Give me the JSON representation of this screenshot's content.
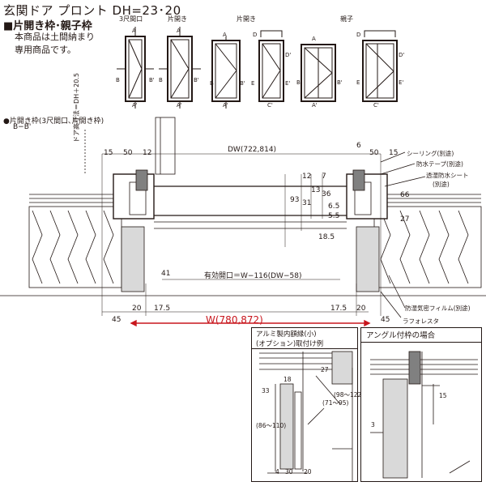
{
  "header": {
    "title": "玄関ドア プロント DH=23･20",
    "subtitle": "■片開き枠･親子枠",
    "notes": [
      "本商品は土間納まり",
      "専用商品です。"
    ]
  },
  "types": [
    {
      "label": "3尺間口"
    },
    {
      "label": "片開き"
    },
    {
      "label": "片開き"
    },
    {
      "label": "親子"
    }
  ],
  "section": {
    "caption": "●片開き枠(3尺間口､片開き枠)",
    "view": "B−B'",
    "height_label": "ドア高寸法＝DH＋20.5",
    "dw_label": "DW(722,814)",
    "w_label": "W(780,872)",
    "opening_label": "有効開口＝W−116(DW−58)",
    "dims_top_left": [
      "15",
      "50",
      "12"
    ],
    "dims_top_right": [
      "6",
      "50",
      "15"
    ],
    "dims_vertical": [
      "12",
      "7",
      "13",
      "36",
      "93",
      "31",
      "6.5",
      "5.5",
      "18.5",
      "66",
      "27"
    ],
    "dims_bottom": [
      "41",
      "45",
      "20",
      "17.5",
      "17.5",
      "20",
      "45"
    ],
    "callouts": [
      "シーリング(別途)",
      "防水テープ(別途)",
      "透湿防水シート",
      "(別途)",
      "防湿気密フィルム(別途)",
      "ラフォレスタ"
    ]
  },
  "detail_left": {
    "title": "アルミ製内額縁(小)",
    "subtitle": "(オプション)取付け例",
    "dims": [
      "27",
      "18",
      "33",
      "(71〜95)",
      "(98〜122)",
      "(86〜110)",
      "4",
      "30",
      "20"
    ]
  },
  "detail_right": {
    "title": "アングル付枠の場合",
    "dims": [
      "15",
      "3"
    ]
  },
  "colors": {
    "line": "#231815",
    "accent_red": "#c8161d",
    "wall_fill": "#d9d9d9",
    "shade": "#808080"
  }
}
